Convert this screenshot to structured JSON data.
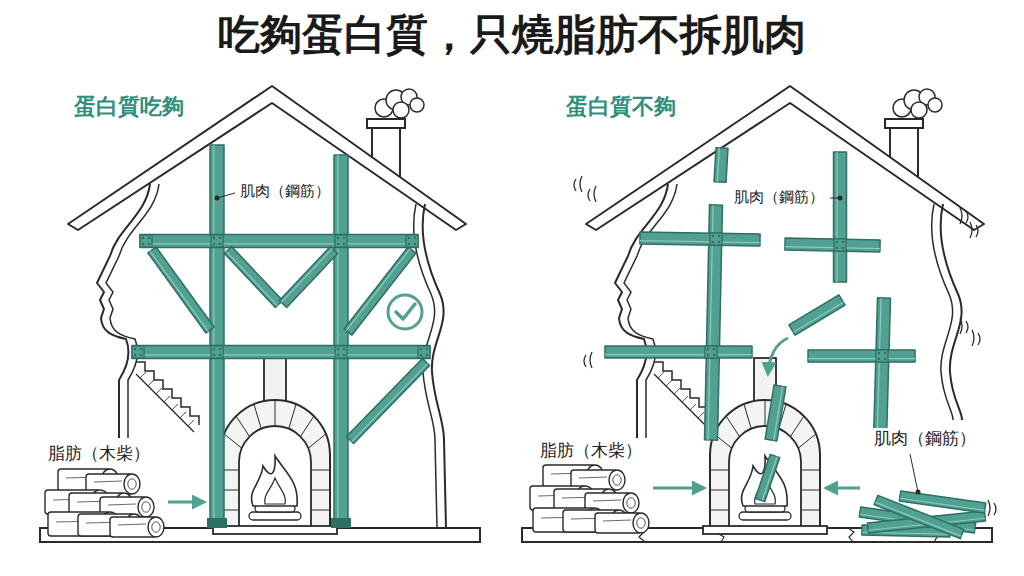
{
  "diagram": {
    "title": "吃夠蛋白質，只燒脂肪不拆肌肉",
    "labels": [
      "蛋白質吃夠",
      "肌肉（鋼筋）",
      "脂肪（木柴）",
      "蛋白質不夠",
      "肌肉（鋼筋）",
      "脂肪（木柴）",
      "肌肉（鋼筋）"
    ]
  }
}
